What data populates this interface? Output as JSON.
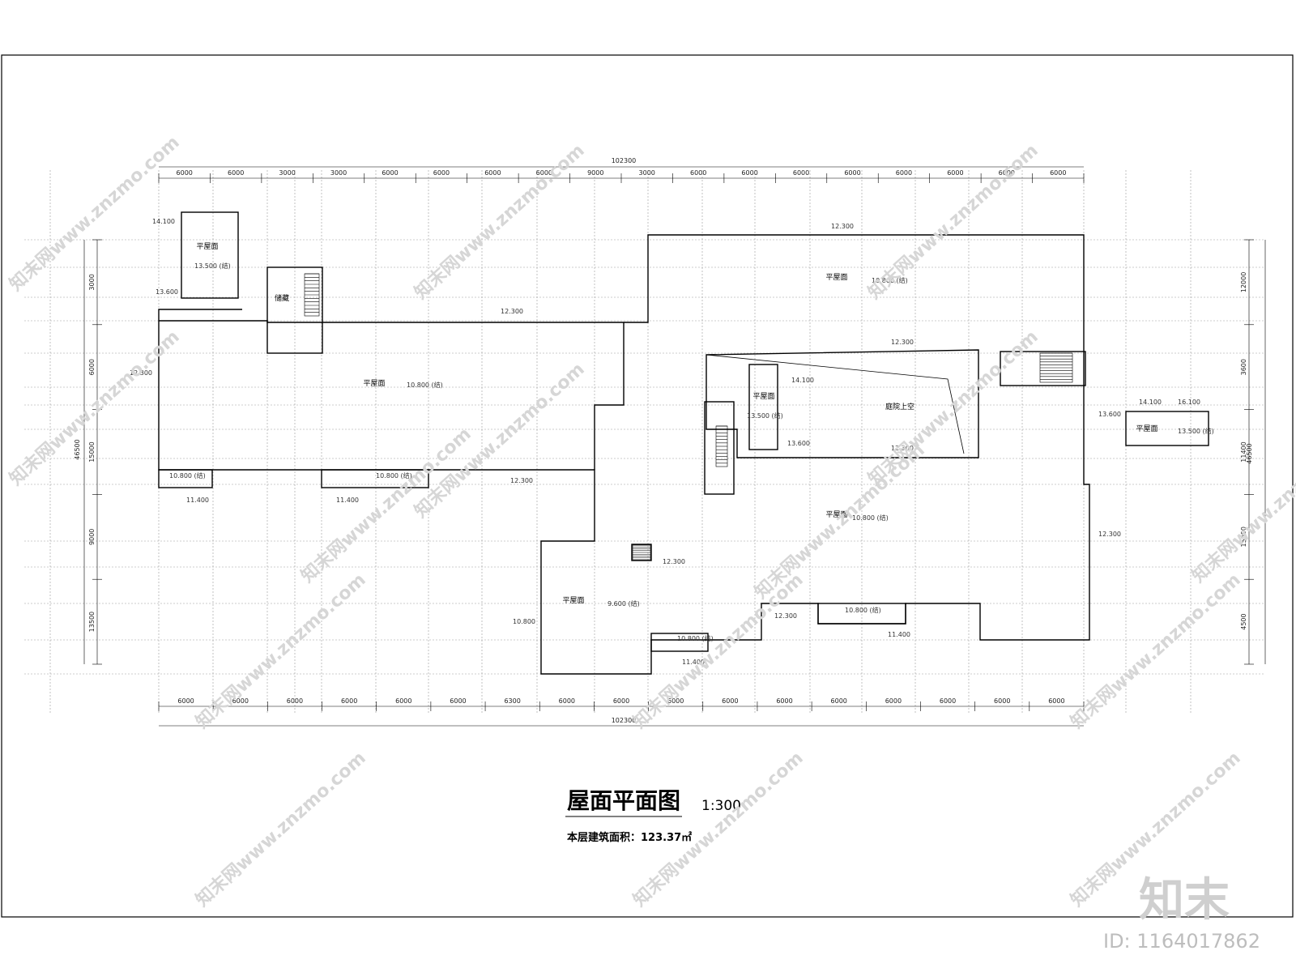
{
  "title": {
    "main": "屋面平面图",
    "scale": "1:300",
    "area": "本层建筑面积：123.37㎡"
  },
  "dimensions": {
    "top_total": "102300",
    "bottom_total": "102300",
    "top_segments": [
      "6000",
      "6000",
      "3000",
      "3000",
      "6000",
      "6000",
      "6000",
      "6000",
      "9000",
      "3000",
      "6000",
      "6000",
      "6000",
      "6000",
      "6000",
      "6000",
      "6000",
      "6000"
    ],
    "bottom_segments": [
      "6000",
      "6000",
      "6000",
      "6000",
      "6000",
      "6000",
      "6300",
      "6000",
      "6000",
      "6000",
      "6000",
      "6000",
      "6000",
      "6000",
      "6000",
      "6000",
      "6000"
    ],
    "left_segments": [
      "3000",
      "6000",
      "15000",
      "9000",
      "13500"
    ],
    "left_total": "46500",
    "right_segments": [
      "12000",
      "3600",
      "11400",
      "15000",
      "4500"
    ],
    "right_total": "46500"
  },
  "rooms": {
    "flat_roof": "平屋面",
    "storage": "储藏",
    "courtyard": "庭院上空"
  },
  "levels": {
    "l14100": "14.100",
    "l13500": "13.500 (结)",
    "l13600": "13.600",
    "l12300": "12.300",
    "l10800": "10.800 (结)",
    "l10800b": "10.800",
    "l11400": "11.400",
    "l9600": "9.600 (结)",
    "l16100": "16.100"
  },
  "watermark": {
    "text": "知末网www.znzmo.com",
    "logo": "知末",
    "id": "ID: 1164017862"
  }
}
